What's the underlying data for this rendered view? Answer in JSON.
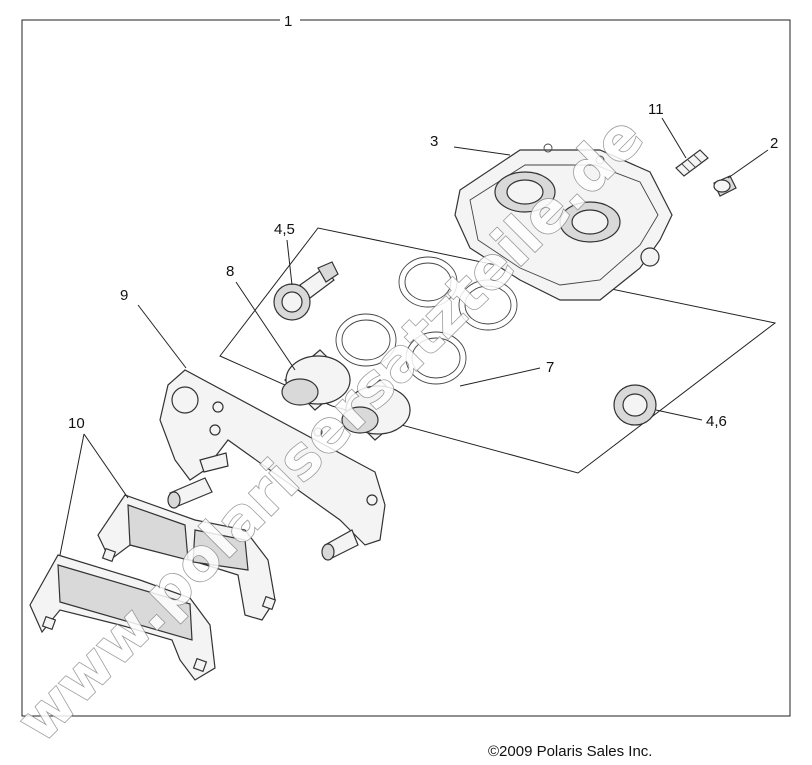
{
  "callouts": {
    "c1": "1",
    "c2": "2",
    "c3": "3",
    "c45": "4,5",
    "c46": "4,6",
    "c7": "7",
    "c8": "8",
    "c9": "9",
    "c10": "10",
    "c11": "11"
  },
  "copyright": "©2009 Polaris Sales Inc.",
  "watermark": "www.polarisersatzteile.de",
  "colors": {
    "line": "#222222",
    "watermark_outline": "#8a8a8a",
    "background": "#ffffff"
  }
}
